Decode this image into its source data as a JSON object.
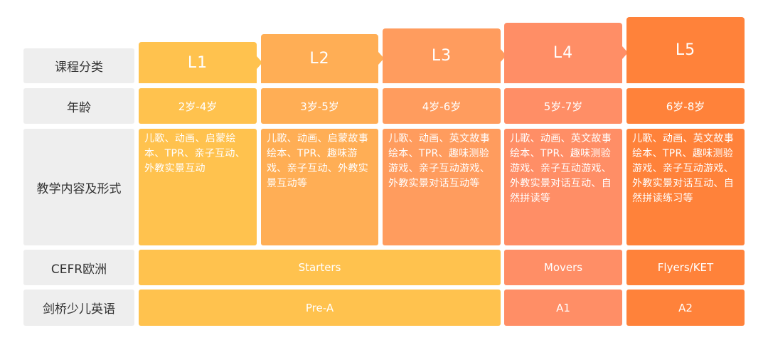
{
  "row_labels": {
    "category": "课程分类",
    "age": "年龄",
    "content": "教学内容及形式",
    "cefr": "CEFR欧洲",
    "cambridge": "剑桥少儿英语"
  },
  "levels": [
    {
      "name": "L1",
      "age": "2岁-4岁",
      "content": "儿歌、动画、启蒙绘本、TPR、亲子互动、外教实景互动",
      "color": "#FFC24E"
    },
    {
      "name": "L2",
      "age": "3岁-5岁",
      "content": "儿歌、动画、启蒙故事绘本、TPR、趣味游戏、亲子互动、外教实景互动等",
      "color": "#FFAE55"
    },
    {
      "name": "L3",
      "age": "4岁-6岁",
      "content": "儿歌、动画、英文故事绘本、TPR、趣味测验游戏、亲子互动游戏、外教实景对话互动等",
      "color": "#FF9C5E"
    },
    {
      "name": "L4",
      "age": "5岁-7岁",
      "content": "儿歌、动画、英文故事绘本、TPR、趣味测验游戏、亲子互动游戏、外教实景对话互动、自然拼读等",
      "color": "#FF8E66"
    },
    {
      "name": "L5",
      "age": "6岁-8岁",
      "content": "儿歌、动画、英文故事绘本、TPR、趣味测验游戏、亲子互动游戏、外教实景对话互动、自然拼读练习等",
      "color": "#FF823A"
    }
  ],
  "cefr": {
    "starters": "Starters",
    "movers": "Movers",
    "flyers": "Flyers/KET"
  },
  "cambridge": {
    "pre_a": "Pre-A",
    "a1": "A1",
    "a2": "A2"
  }
}
